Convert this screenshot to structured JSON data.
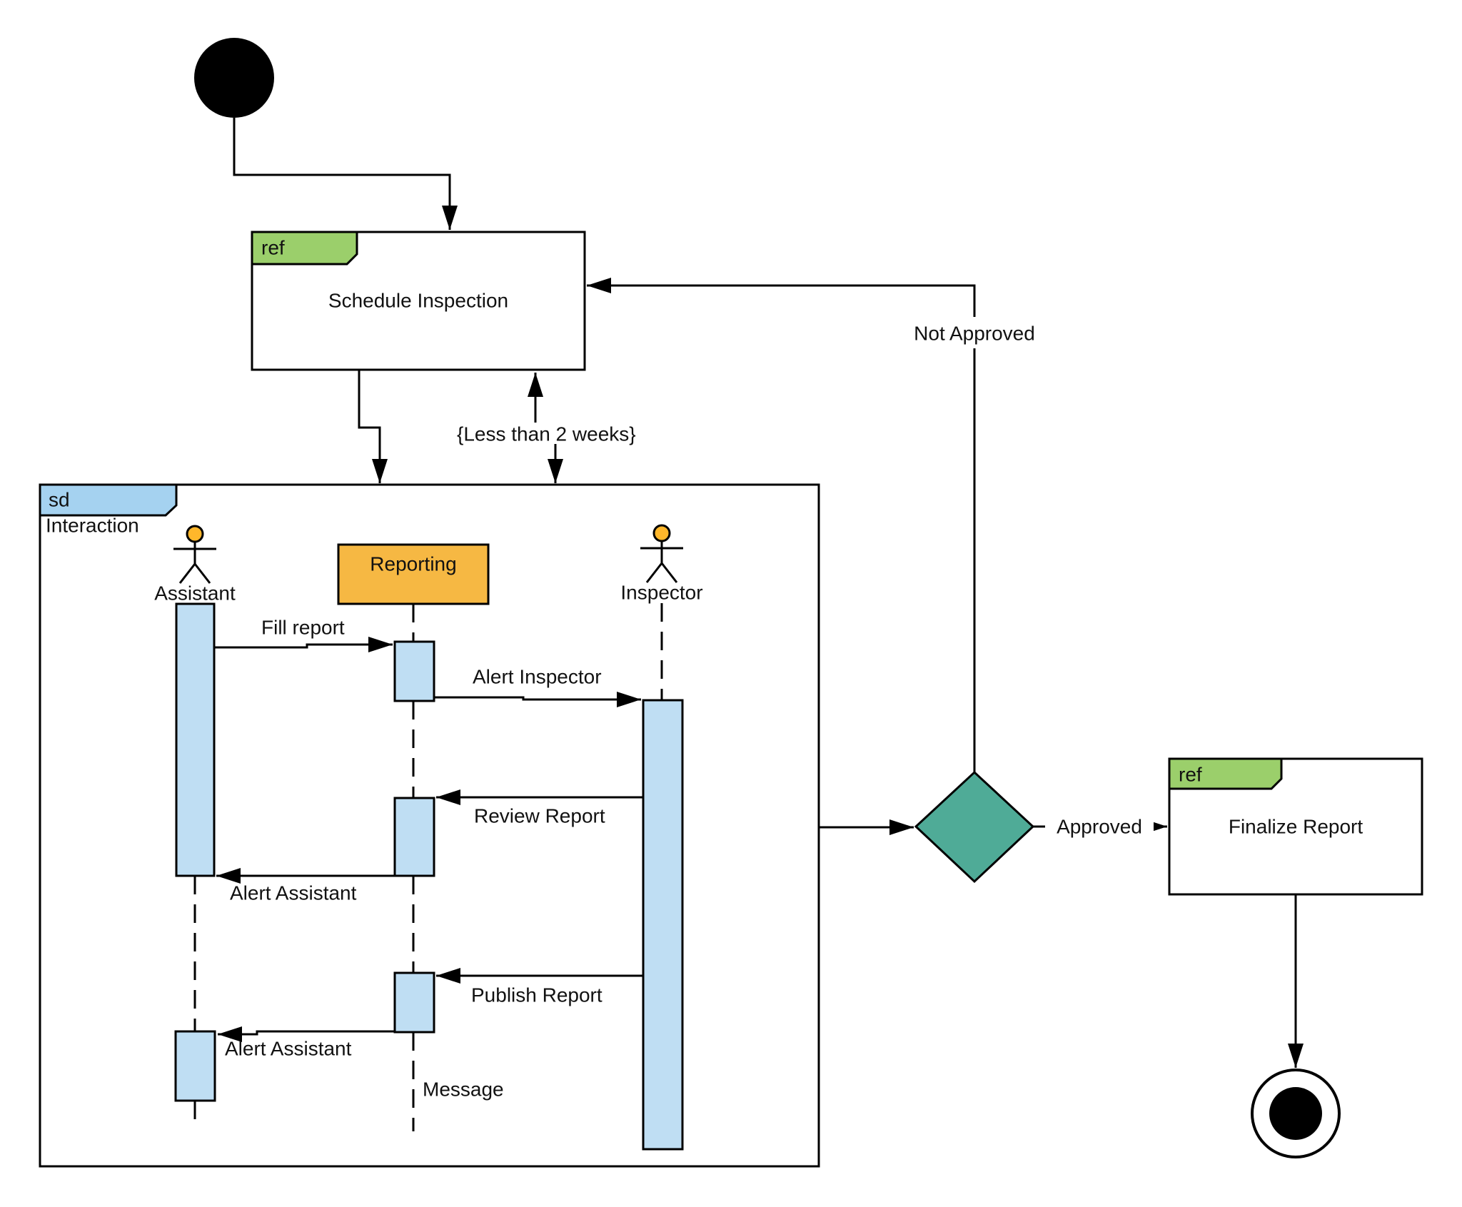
{
  "colors": {
    "ref_tab_green": "#9BCF6B",
    "frame_tab_blue": "#A5D2F0",
    "activation_blue": "#BFDEF3",
    "object_orange": "#F6B843",
    "actor_head_orange": "#FFB72B",
    "decision_teal": "#4FAB97"
  },
  "nodes": {
    "schedule": {
      "tab": "ref",
      "title": "Schedule Inspection"
    },
    "finalize": {
      "tab": "ref",
      "title": "Finalize Report"
    },
    "frame": {
      "tab": "sd",
      "name": "Interaction"
    }
  },
  "lifelines": {
    "assistant": "Assistant",
    "reporting": "Reporting",
    "inspector": "Inspector"
  },
  "messages": {
    "fill_report": "Fill report",
    "alert_inspector": "Alert Inspector",
    "review_report": "Review Report",
    "alert_assistant_1": "Alert Assistant",
    "publish_report": "Publish Report",
    "alert_assistant_2": "Alert Assistant",
    "message": "Message"
  },
  "edges": {
    "constraint": "{Less than 2 weeks}",
    "not_approved": "Not Approved",
    "approved": "Approved"
  }
}
